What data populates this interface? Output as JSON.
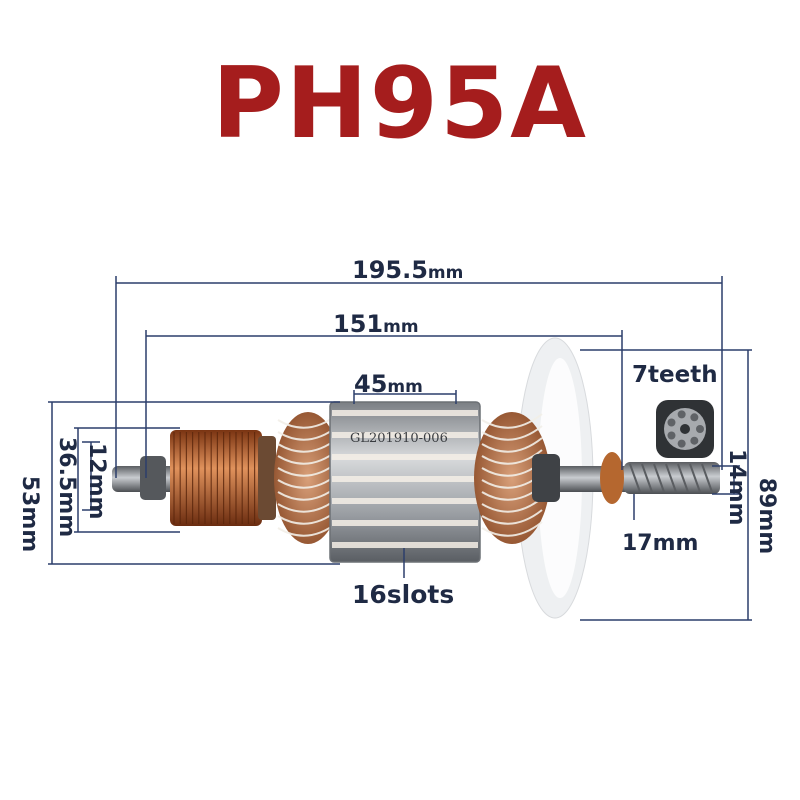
{
  "title": "PH95A",
  "colors": {
    "title": "#a51d1d",
    "dimension": "#2c3e6b",
    "label": "#1f2a44",
    "copper": "#c06a3a",
    "steel": "#b9bcc0"
  },
  "stamp": "GL201910-006",
  "dimensions": {
    "overall_length": {
      "value": "195.5",
      "unit": "mm"
    },
    "shaft_length": {
      "value": "151",
      "unit": "mm"
    },
    "core_length": {
      "value": "45",
      "unit": "mm"
    },
    "shaft_diameter": {
      "value": "12",
      "unit": "mm"
    },
    "commutator_diameter": {
      "value": "36.5",
      "unit": "mm"
    },
    "core_diameter": {
      "value": "53",
      "unit": "mm"
    },
    "fan_diameter": {
      "value": "89",
      "unit": "mm"
    },
    "gear_diameter": {
      "value": "14",
      "unit": "mm"
    },
    "gear_length": {
      "value": "17",
      "unit": "mm"
    }
  },
  "labels": {
    "teeth": "7teeth",
    "slots": "16slots"
  }
}
